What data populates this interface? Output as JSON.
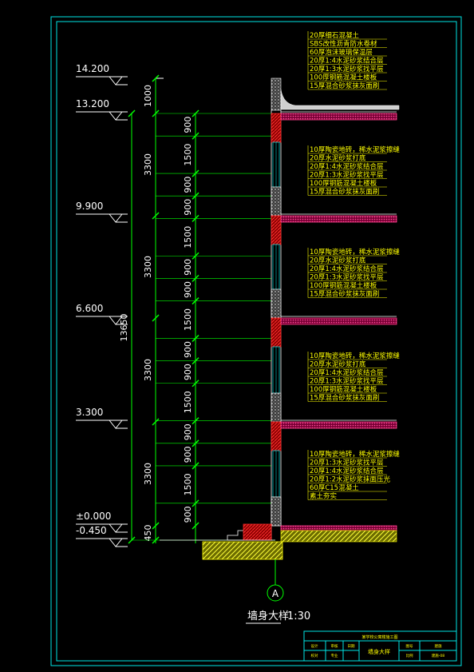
{
  "drawing": {
    "title": "墙身大样",
    "scale": "1:30",
    "axis_label": "A",
    "total_height": "13650",
    "colors": {
      "background": "#000000",
      "frame": "#00e5e5",
      "dimension": "#00ff00",
      "text": "#ffffff",
      "annotation": "#ffff00",
      "wall": "#ff2a2a",
      "floor": "#ff3d8a",
      "glass": "#00c8c8",
      "soil": "#ffff00"
    }
  },
  "elevations": [
    {
      "label": "14.200"
    },
    {
      "label": "13.200"
    },
    {
      "label": "9.900"
    },
    {
      "label": "6.600"
    },
    {
      "label": "3.300"
    },
    {
      "label": "±0.000"
    },
    {
      "label": "-0.450"
    }
  ],
  "outer_dims": [
    "1000",
    "3300",
    "3300",
    "3300",
    "3300",
    "450"
  ],
  "inner_dims": [
    "900",
    "1500",
    "900",
    "900",
    "1500",
    "900",
    "900",
    "1500",
    "900",
    "900",
    "1500",
    "900",
    "900",
    "1500",
    "900"
  ],
  "notes": {
    "roof": [
      "20厚细石混凝土",
      "SBS改性沥青防水卷材",
      "60厚泡沫玻璃保温层",
      "20厚1:4水泥砂浆结合层",
      "20厚1:3水泥砂浆找平层",
      "100厚钢筋混凝土楼板",
      "15厚混合砂浆抹灰面刷"
    ],
    "floor": [
      "10厚陶瓷地砖，稀水泥浆擦缝",
      "20厚水泥砂浆打底",
      "20厚1:4水泥砂浆结合层",
      "20厚1:3水泥砂浆找平层",
      "100厚钢筋混凝土楼板",
      "15厚混合砂浆抹灰面刷"
    ],
    "ground": [
      "10厚陶瓷地砖，稀水泥浆擦缝",
      "20厚1:3水泥砂浆找平层",
      "20厚1:4水泥砂浆结合层",
      "20厚1:2水泥砂浆抹面压光",
      "60厚C15混凝土",
      "素土夯实"
    ]
  },
  "title_block": {
    "project": "某学校公寓楼施工图",
    "drawing_name": "墙身大样",
    "cells": [
      "设计",
      "校对",
      "审核",
      "专业",
      "日期",
      "图号",
      "比例",
      "建施",
      "建施-08"
    ]
  }
}
